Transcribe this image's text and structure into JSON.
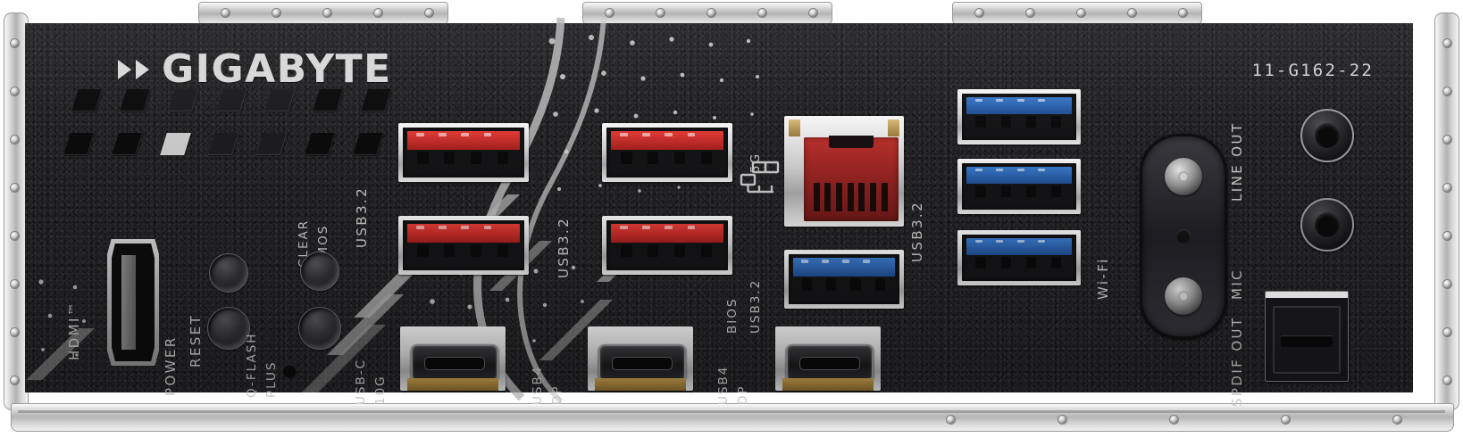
{
  "product": {
    "brand": "GIGABYTE",
    "brand_icon": "double-chevron-icon",
    "model_code": "11-G162-22"
  },
  "labels": {
    "hdmi": "HDMI™",
    "power": "POWER",
    "reset": "RESET",
    "qflash_line1": "Q-FLASH",
    "qflash_line2": "PLUS",
    "clear_line1": "CLEAR",
    "clear_line2": "CMOS",
    "usb32_a": "USB3.2",
    "usb32_b": "USB3.2",
    "usbc_line1": "USB-C",
    "usbc_line2": "10G",
    "usb4_dp1_line1": "USB4",
    "usb4_dp1_line2": "DP",
    "usb4_dp2_line1": "USB4",
    "usb4_dp2_line2": "DP",
    "lan_speed": "5G",
    "lan_icon": "network-lan-icon",
    "bios": "BIOS",
    "usb32_bios": "USB3.2",
    "usb32_blue_stack": "USB3.2",
    "wifi": "Wi-Fi",
    "line_out": "LINE OUT",
    "mic": "MIC",
    "spdif_out": "SPDIF OUT"
  },
  "colors": {
    "panel": "#232326",
    "usb_red": "#e03b36",
    "usb_blue": "#3a78c8",
    "lan_red": "#b8302c",
    "metal": "#d8d8d8",
    "text": "#c6c6c6"
  },
  "ports": {
    "hdmi_count": 1,
    "usb32_red_count": 4,
    "usb32_blue_stack_count": 3,
    "usb32_blue_bios_count": 1,
    "usb_c_count": 3,
    "lan_count": 1,
    "audio_jack_count": 2,
    "spdif_count": 1,
    "wifi_antenna_count": 2,
    "buttons": [
      "POWER",
      "RESET",
      "Q-FLASH PLUS",
      "CLEAR CMOS"
    ]
  }
}
